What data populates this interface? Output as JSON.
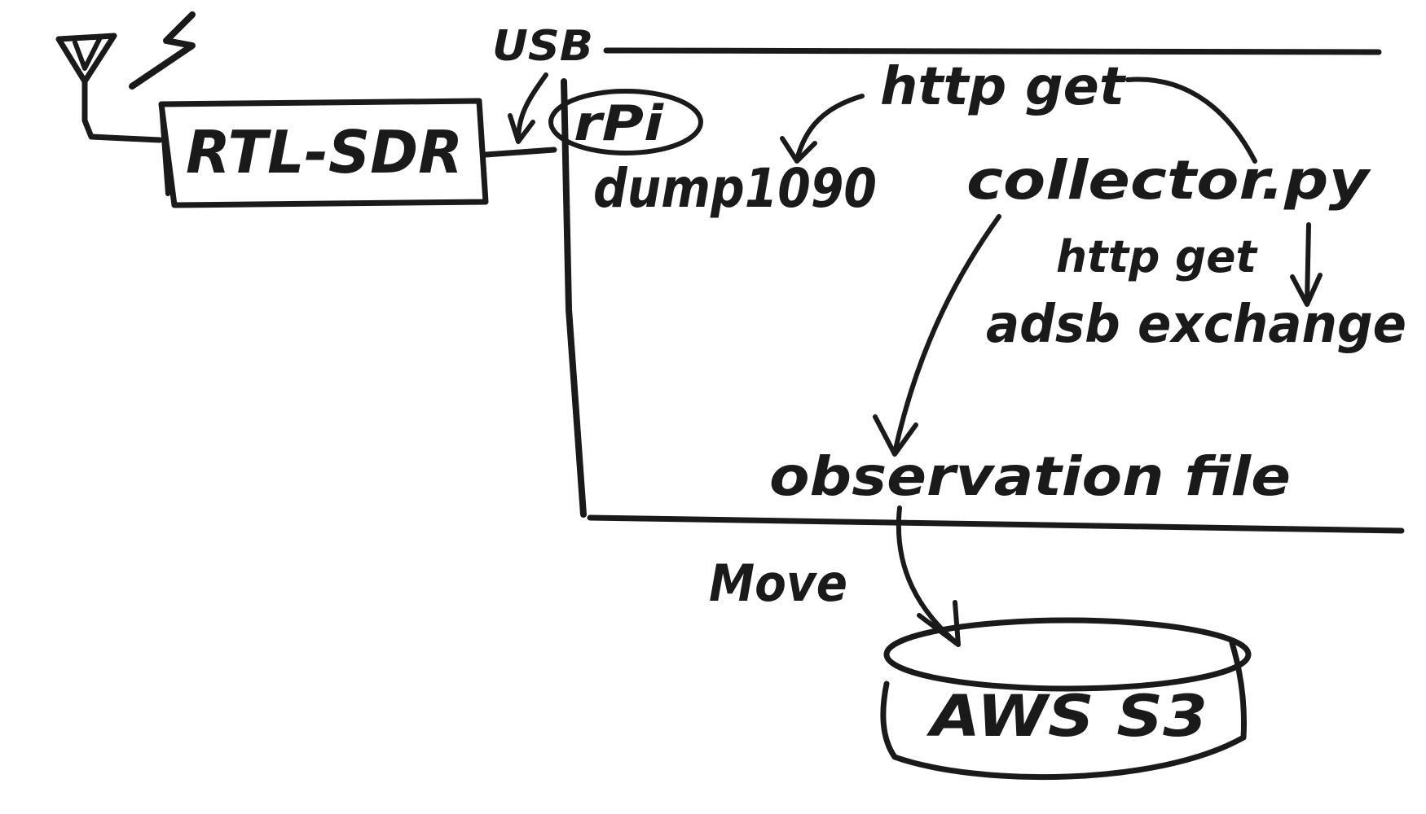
{
  "diagram": {
    "labels": {
      "usb": "USB",
      "rtl_sdr": "RTL-SDR",
      "rpi": "rPi",
      "http_get_top": "http get",
      "dump1090": "dump1090",
      "collector": "collector.py",
      "http_get_second": "http get",
      "adsb_exchange": "adsb exchange",
      "observation_file": "observation file",
      "move": "Move",
      "aws_s3": "AWS S3"
    },
    "ink_color": "#1a1a1a",
    "background_color": "#ffffff"
  }
}
